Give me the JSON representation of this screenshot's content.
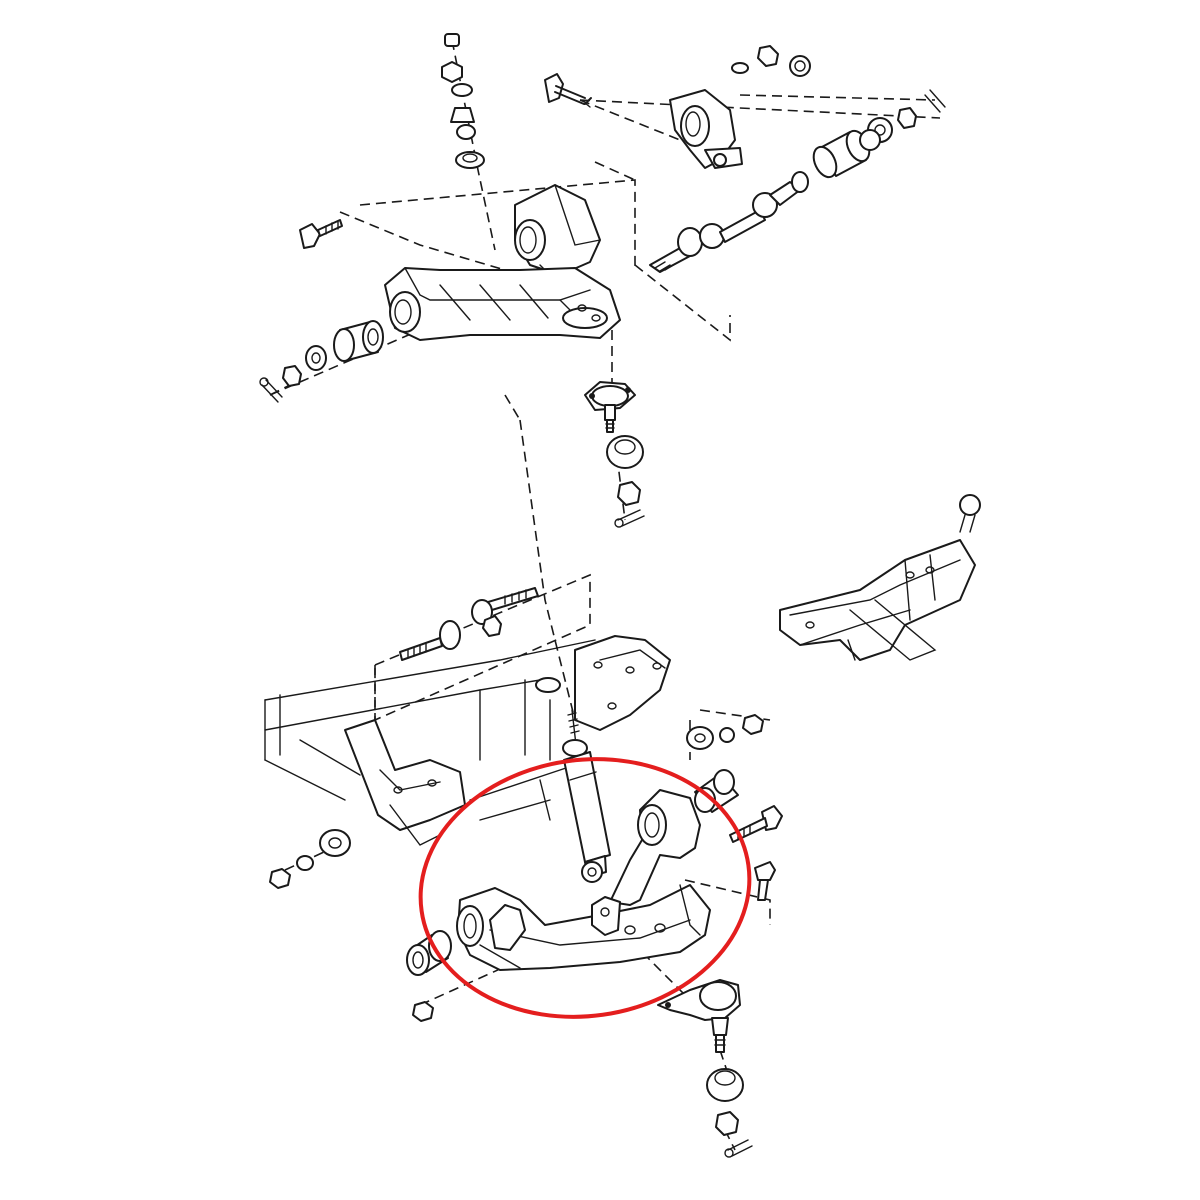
{
  "diagram": {
    "kind": "exploded-view",
    "subject_parts": [
      "upper-control-arm",
      "lower-control-arm",
      "shock-absorber",
      "upper-ball-joint",
      "lower-ball-joint",
      "idler-arm",
      "tie-rod",
      "frame-crossmember",
      "bushings",
      "bolts-nuts-washers"
    ],
    "highlight": {
      "target": "lower-control-arm",
      "shape": "ellipse",
      "color": "#e41e1e"
    },
    "colors": {
      "line": "#1a1a1a",
      "background": "#ffffff"
    }
  }
}
